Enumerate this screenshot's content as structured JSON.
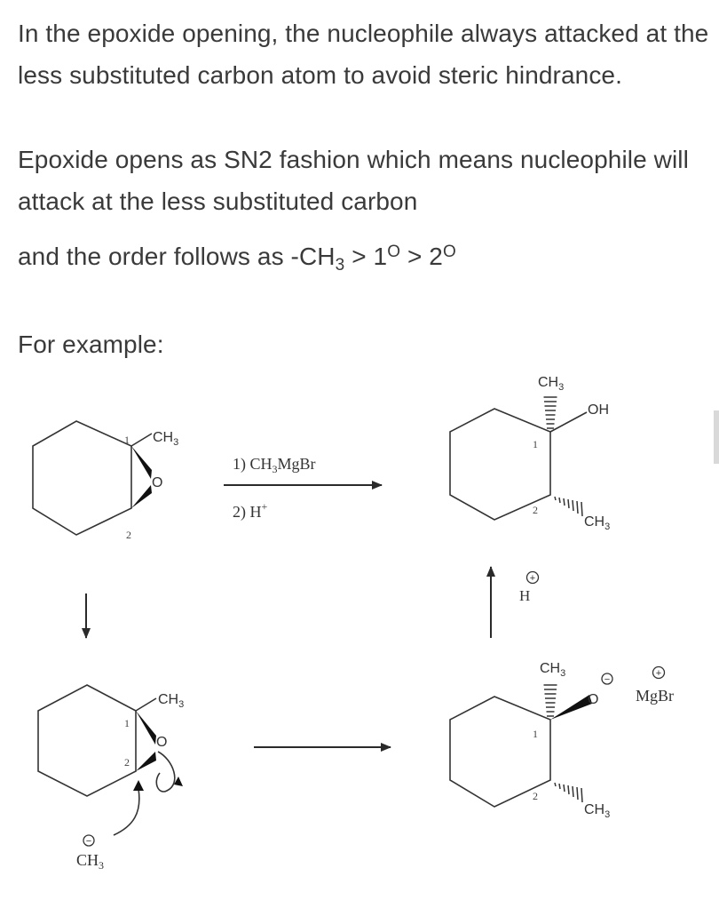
{
  "text": {
    "para1": "In the epoxide opening, the nucleophile always attacked at the less substituted carbon atom to avoid steric hindrance.",
    "para2": "Epoxide opens as SN2 fashion which means nucleophile will attack at the less substituted carbon",
    "para2_line3": {
      "a": "and the order follows as -CH",
      "sub1": "3",
      "b": " > 1",
      "sup1": "O",
      "c": " > 2",
      "sup2": "O"
    },
    "example": "For example:"
  },
  "scheme": {
    "ch3": "CH",
    "sub3": "3",
    "o": "O",
    "oh": "OH",
    "one": "1",
    "two": "2",
    "reagent1_num": "1) CH",
    "reagent1_rest": "MgBr",
    "reagent2": "2) H",
    "plus_sup": "+",
    "h": "H",
    "mgbr": "MgBr",
    "minus": "−",
    "plus": "+"
  }
}
